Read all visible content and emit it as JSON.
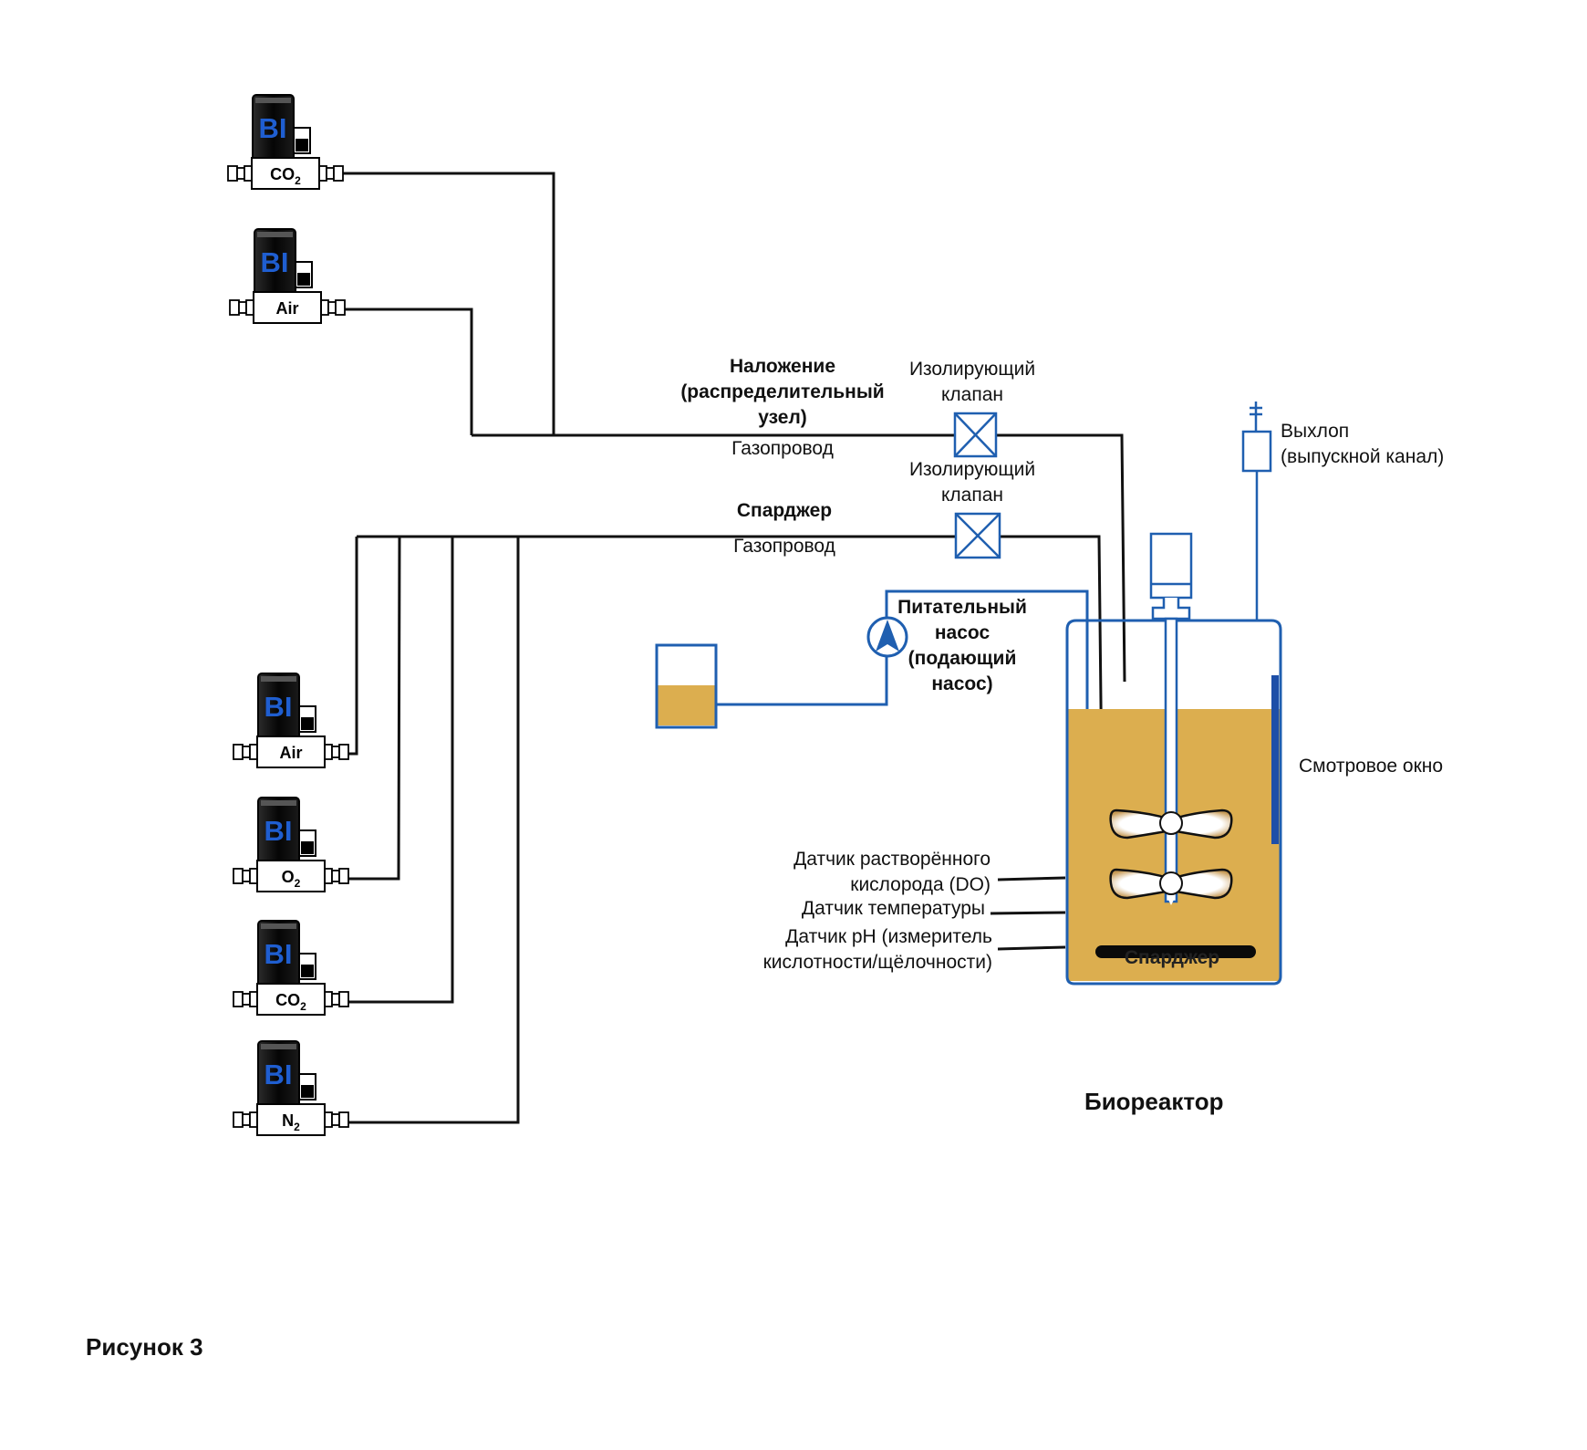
{
  "figure_caption": "Рисунок 3",
  "mfc_brand": "BI",
  "mfc_top": [
    {
      "gas_main": "CO",
      "gas_sub": "2"
    },
    {
      "gas_main": "Air",
      "gas_sub": ""
    }
  ],
  "mfc_bottom": [
    {
      "gas_main": "Air",
      "gas_sub": ""
    },
    {
      "gas_main": "O",
      "gas_sub": "2"
    },
    {
      "gas_main": "CO",
      "gas_sub": "2"
    },
    {
      "gas_main": "N",
      "gas_sub": "2"
    }
  ],
  "overlay": {
    "title_line1": "Наложение",
    "title_line2": "(распределительный",
    "title_line3": "узел)",
    "subtitle": "Газопровод"
  },
  "sparger_line": {
    "title": "Спарджер",
    "subtitle": "Газопровод"
  },
  "isolating_valve_top": {
    "line1": "Изолирующий",
    "line2": "клапан"
  },
  "isolating_valve_bottom": {
    "line1": "Изолирующий",
    "line2": "клапан"
  },
  "exhaust": {
    "line1": "Выхлоп",
    "line2": "(выпускной канал)"
  },
  "feed_pump": {
    "line1": "Питательный",
    "line2": "насос",
    "line3": "(подающий",
    "line4": "насос)"
  },
  "sight_window": "Смотровое окно",
  "sensors": {
    "do_line1": "Датчик растворённого",
    "do_line2": "кислорода (DO)",
    "temperature": "Датчик температуры",
    "ph_line1": "Датчик pH (измеритель",
    "ph_line2": "кислотности/щёлочности)"
  },
  "sparger_label": "Спарджер",
  "bioreactor_label": "Биореактор",
  "colors": {
    "pipe_black": "#111111",
    "pipe_blue": "#1f5fb0",
    "medium": "#dcae4f",
    "window_blue": "#1d4fa8",
    "brand_blue": "#1f5ed0"
  }
}
